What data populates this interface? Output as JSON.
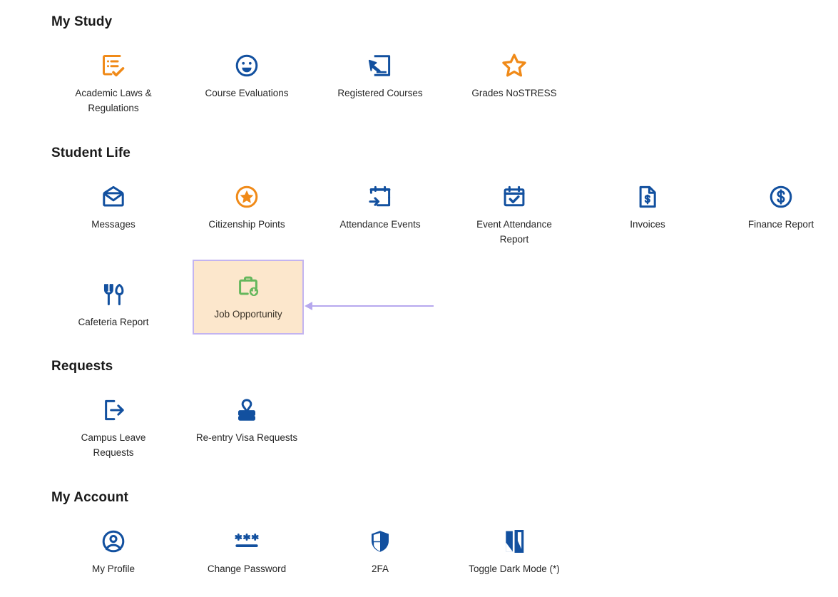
{
  "theme": {
    "blue": "#12509F",
    "orange": "#F08A18",
    "green": "#65B75C",
    "highlight_fill": "#FCE7CC",
    "highlight_border": "#C3B4F0",
    "annotation_arrow": "#B6A8EE",
    "background": "#FFFFFF",
    "label_text": "#262626",
    "heading_text": "#1A1A1A"
  },
  "sections": [
    {
      "title": "My Study",
      "tiles": [
        {
          "label": "Academic Laws & Regulations",
          "icon": "checklist-document-icon",
          "color": "orange"
        },
        {
          "label": "Course Evaluations",
          "icon": "smiley-face-icon",
          "color": "blue"
        },
        {
          "label": "Registered Courses",
          "icon": "signed-document-icon",
          "color": "blue"
        },
        {
          "label": "Grades NoSTRESS",
          "icon": "star-outline-icon",
          "color": "orange"
        }
      ]
    },
    {
      "title": "Student Life",
      "tiles": [
        {
          "label": "Messages",
          "icon": "envelope-icon",
          "color": "blue"
        },
        {
          "label": "Citizenship Points",
          "icon": "star-circle-icon",
          "color": "orange"
        },
        {
          "label": "Attendance Events",
          "icon": "calendar-arrow-in-icon",
          "color": "blue"
        },
        {
          "label": "Event Attendance Report",
          "icon": "calendar-check-icon",
          "color": "blue"
        },
        {
          "label": "Invoices",
          "icon": "document-dollar-icon",
          "color": "blue"
        },
        {
          "label": "Finance Report",
          "icon": "dollar-circle-icon",
          "color": "blue"
        },
        {
          "label": "Cafeteria Report",
          "icon": "fork-knife-icon",
          "color": "blue"
        },
        {
          "label": "Job Opportunity",
          "icon": "briefcase-download-icon",
          "color": "green",
          "highlighted": true
        }
      ]
    },
    {
      "title": "Requests",
      "tiles": [
        {
          "label": "Campus Leave Requests",
          "icon": "exit-arrow-icon",
          "color": "blue"
        },
        {
          "label": "Re-entry Visa Requests",
          "icon": "rubber-stamp-icon",
          "color": "blue"
        }
      ]
    },
    {
      "title": "My Account",
      "tiles": [
        {
          "label": "My Profile",
          "icon": "user-circle-icon",
          "color": "blue"
        },
        {
          "label": "Change Password",
          "icon": "asterisks-password-icon",
          "color": "blue"
        },
        {
          "label": "2FA",
          "icon": "shield-icon",
          "color": "blue"
        },
        {
          "label": "Toggle Dark Mode (*)",
          "icon": "dark-mode-contrast-icon",
          "color": "blue"
        }
      ]
    }
  ],
  "annotation": {
    "type": "pointer-arrow",
    "points_to": "Job Opportunity"
  }
}
